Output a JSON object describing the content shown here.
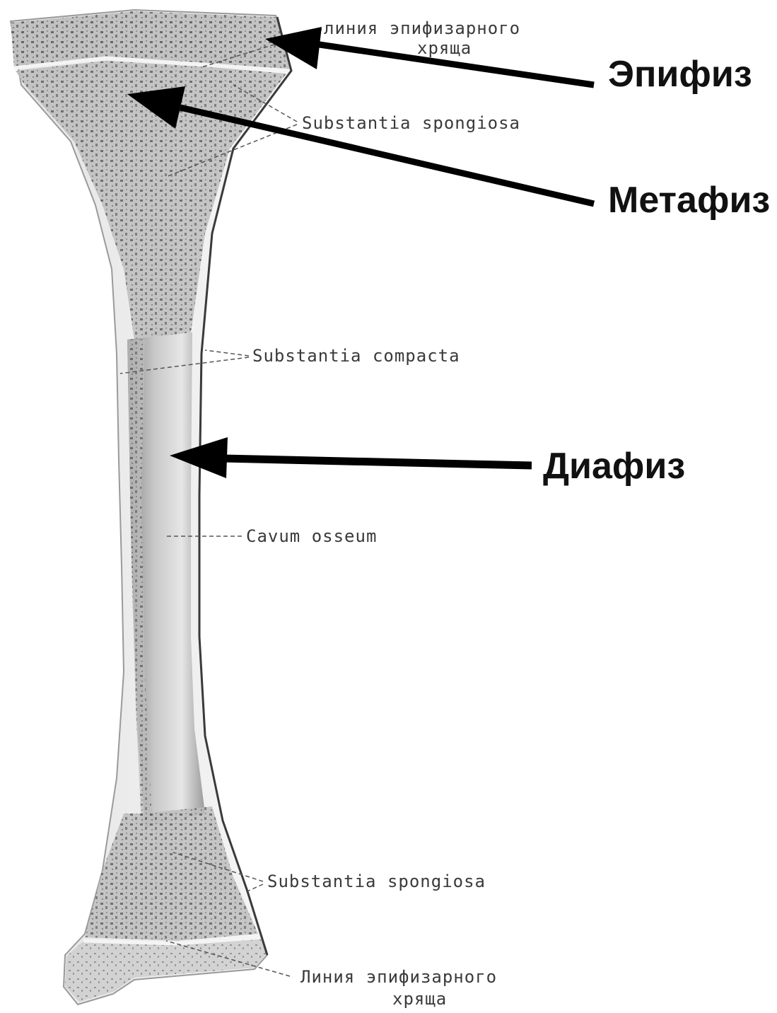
{
  "labels": {
    "epiphyseal_line_top": [
      "линия эпифизарного",
      "хряща"
    ],
    "spongiosa_top": "Substantia spongiosa",
    "compacta": "Substantia compacta",
    "cavum": "Cavum osseum",
    "spongiosa_bottom": "Substantia spongiosa",
    "epiphyseal_line_bottom": [
      "Линия эпифизарного",
      "хряща"
    ]
  },
  "callouts": {
    "epiphysis": "Эпифиз",
    "metaphysis": "Метафиз",
    "diaphysis": "Диафиз"
  },
  "colors": {
    "bone_fill": "#d9d9d9",
    "bone_dark": "#6e6e6e",
    "cortex": "#f2f2f2",
    "arrow": "#000000",
    "leader": "#555555"
  }
}
